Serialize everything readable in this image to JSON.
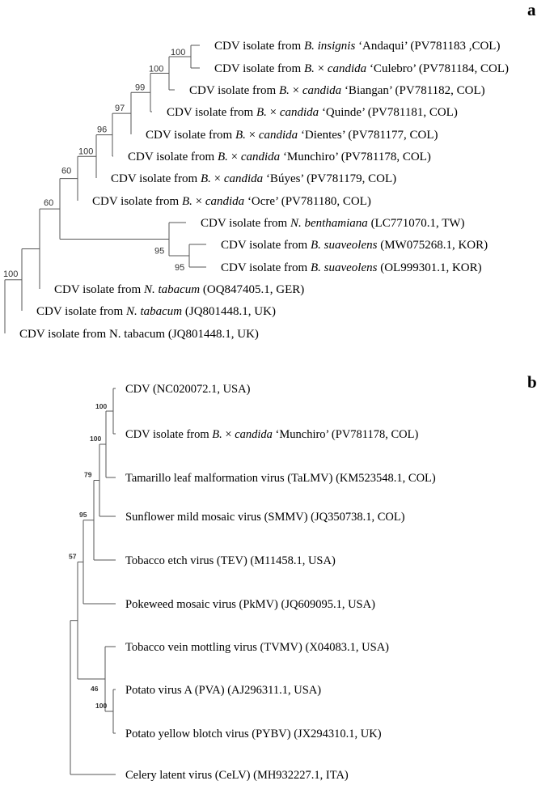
{
  "panels": [
    {
      "letter": "a",
      "leaves": [
        {
          "id": "a1",
          "parts": [
            {
              "t": "CDV isolate from "
            },
            {
              "t": "B. insignis",
              "i": true
            },
            {
              "t": " ‘Andaqui’ (PV781183 ,COL)"
            }
          ]
        },
        {
          "id": "a2",
          "parts": [
            {
              "t": "CDV isolate from "
            },
            {
              "t": "B.",
              "i": true
            },
            {
              "t": " × "
            },
            {
              "t": "candida",
              "i": true
            },
            {
              "t": " ‘Culebro’ (PV781184, COL)"
            }
          ]
        },
        {
          "id": "a3",
          "parts": [
            {
              "t": "CDV isolate from "
            },
            {
              "t": "B.",
              "i": true
            },
            {
              "t": " × "
            },
            {
              "t": "candida",
              "i": true
            },
            {
              "t": " ‘Biangan’ (PV781182, COL)"
            }
          ]
        },
        {
          "id": "a4",
          "parts": [
            {
              "t": "CDV isolate from "
            },
            {
              "t": "B.",
              "i": true
            },
            {
              "t": " × "
            },
            {
              "t": "candida",
              "i": true
            },
            {
              "t": " ‘Quinde’ (PV781181, COL)"
            }
          ]
        },
        {
          "id": "a5",
          "parts": [
            {
              "t": "CDV isolate from "
            },
            {
              "t": "B.",
              "i": true
            },
            {
              "t": " × "
            },
            {
              "t": "candida",
              "i": true
            },
            {
              "t": " ‘Dientes’ (PV781177, COL)"
            }
          ]
        },
        {
          "id": "a6",
          "parts": [
            {
              "t": "CDV isolate from "
            },
            {
              "t": "B.",
              "i": true
            },
            {
              "t": " × "
            },
            {
              "t": "candida",
              "i": true
            },
            {
              "t": " ‘Munchiro’ (PV781178, COL)"
            }
          ]
        },
        {
          "id": "a7",
          "parts": [
            {
              "t": "CDV isolate from "
            },
            {
              "t": "B.",
              "i": true
            },
            {
              "t": " × "
            },
            {
              "t": "candida",
              "i": true
            },
            {
              "t": " ‘Búyes’ (PV781179, COL)"
            }
          ]
        },
        {
          "id": "a8",
          "parts": [
            {
              "t": "CDV isolate from "
            },
            {
              "t": "B.",
              "i": true
            },
            {
              "t": " × "
            },
            {
              "t": "candida",
              "i": true
            },
            {
              "t": " ‘Ocre’ (PV781180, COL)"
            }
          ]
        },
        {
          "id": "a9",
          "parts": [
            {
              "t": "CDV isolate from "
            },
            {
              "t": "N. benthamiana",
              "i": true
            },
            {
              "t": " (LC771070.1, TW)"
            }
          ]
        },
        {
          "id": "a10",
          "parts": [
            {
              "t": "CDV isolate from "
            },
            {
              "t": "B. suaveolens",
              "i": true
            },
            {
              "t": " (MW075268.1, KOR)"
            }
          ]
        },
        {
          "id": "a11",
          "parts": [
            {
              "t": "CDV isolate from "
            },
            {
              "t": "B. suaveolens",
              "i": true
            },
            {
              "t": " (OL999301.1, KOR)"
            }
          ]
        },
        {
          "id": "a12",
          "parts": [
            {
              "t": "CDV isolate from "
            },
            {
              "t": "N. tabacum",
              "i": true
            },
            {
              "t": " (OQ847405.1, GER)"
            }
          ]
        },
        {
          "id": "a13",
          "parts": [
            {
              "t": "CDV isolate from "
            },
            {
              "t": "N. tabacum",
              "i": true
            },
            {
              "t": " (JQ801448.1, UK)"
            }
          ]
        },
        {
          "id": "a14",
          "parts": [
            {
              "t": "CDV isolate from N. tabacum (JQ801448.1, UK)"
            }
          ]
        }
      ],
      "supports": [
        {
          "node": "a_n1",
          "value": "100"
        },
        {
          "node": "a_n2",
          "value": "100"
        },
        {
          "node": "a_n3",
          "value": "99"
        },
        {
          "node": "a_n4",
          "value": "97"
        },
        {
          "node": "a_n5",
          "value": "96"
        },
        {
          "node": "a_n6",
          "value": "100"
        },
        {
          "node": "a_n7",
          "value": "60"
        },
        {
          "node": "a_n8",
          "value": "60"
        },
        {
          "node": "a_n9",
          "value": "95"
        },
        {
          "node": "a_n10",
          "value": "95"
        },
        {
          "node": "a_n12",
          "value": "100"
        }
      ]
    },
    {
      "letter": "b",
      "leaves": [
        {
          "id": "b1",
          "parts": [
            {
              "t": "CDV  (NC020072.1, USA)"
            }
          ]
        },
        {
          "id": "b2",
          "parts": [
            {
              "t": "CDV isolate from "
            },
            {
              "t": "B.",
              "i": true
            },
            {
              "t": " × "
            },
            {
              "t": "candida",
              "i": true
            },
            {
              "t": " ‘Munchiro’ (PV781178, COL)"
            }
          ]
        },
        {
          "id": "b3",
          "parts": [
            {
              "t": "Tamarillo leaf malformation virus (TaLMV) (KM523548.1, COL)"
            }
          ]
        },
        {
          "id": "b4",
          "parts": [
            {
              "t": "Sunflower mild mosaic virus (SMMV) (JQ350738.1, COL)"
            }
          ]
        },
        {
          "id": "b5",
          "parts": [
            {
              "t": "Tobacco etch virus (TEV) (M11458.1, USA)"
            }
          ]
        },
        {
          "id": "b6",
          "parts": [
            {
              "t": "Pokeweed mosaic virus (PkMV) (JQ609095.1, USA)"
            }
          ]
        },
        {
          "id": "b7",
          "parts": [
            {
              "t": "Tobacco vein mottling virus (TVMV) (X04083.1, USA)"
            }
          ]
        },
        {
          "id": "b8",
          "parts": [
            {
              "t": "Potato virus A (PVA) (AJ296311.1, USA)"
            }
          ]
        },
        {
          "id": "b9",
          "parts": [
            {
              "t": "Potato yellow blotch virus (PYBV) (JX294310.1, UK)"
            }
          ]
        },
        {
          "id": "b10",
          "parts": [
            {
              "t": "Celery latent virus (CeLV) (MH932227.1, ITA)"
            }
          ]
        }
      ],
      "supports": [
        {
          "node": "b_n1",
          "value": "100"
        },
        {
          "node": "b_n2",
          "value": "100"
        },
        {
          "node": "b_n3",
          "value": "79"
        },
        {
          "node": "b_n4",
          "value": "95"
        },
        {
          "node": "b_n5",
          "value": "57"
        },
        {
          "node": "b_n8",
          "value": "46"
        },
        {
          "node": "b_n7",
          "value": "100"
        }
      ]
    }
  ]
}
